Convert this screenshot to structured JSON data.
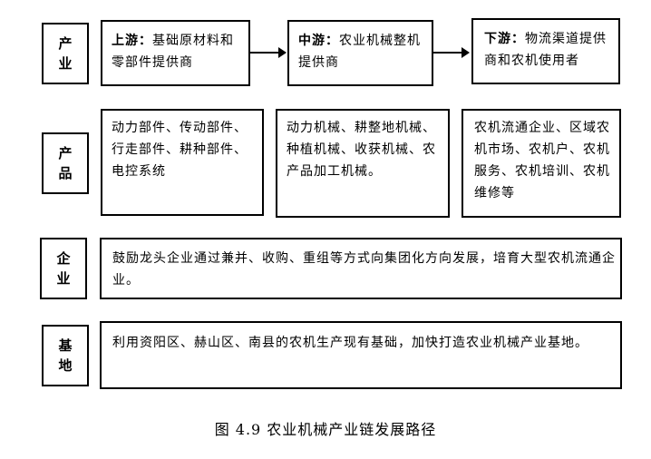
{
  "rows": {
    "industry": {
      "label": "产业",
      "upstream": {
        "head": "上游：",
        "text": "基础原材料和零部件提供商"
      },
      "midstream": {
        "head": "中游：",
        "text": "农业机械整机提供商"
      },
      "downstream": {
        "head": "下游：",
        "text": "物流渠道提供商和农机使用者"
      }
    },
    "product": {
      "label": "产品",
      "col1": "动力部件、传动部件、行走部件、耕种部件、电控系统",
      "col2": "动力机械、耕整地机械、种植机械、收获机械、农产品加工机械。",
      "col3": "农机流通企业、区域农机市场、农机户、农机服务、农机培训、农机维修等"
    },
    "enterprise": {
      "label": "企业",
      "text": "鼓励龙头企业通过兼并、收购、重组等方式向集团化方向发展，培育大型农机流通企业。"
    },
    "base": {
      "label": "基地",
      "text": "利用资阳区、赫山区、南县的农机生产现有基础，加快打造农业机械产业基地。"
    }
  },
  "caption": "图 4.9 农业机械产业链发展路径"
}
